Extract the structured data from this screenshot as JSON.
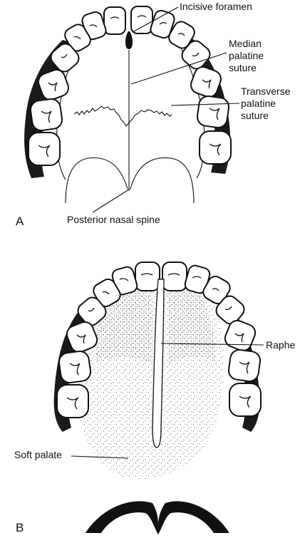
{
  "figure": {
    "panel_a": {
      "letter": "A",
      "labels": {
        "incisive_foramen": "Incisive foramen",
        "median_palatine_suture": [
          "Median",
          "palatine",
          "suture"
        ],
        "transverse_palatine_suture": [
          "Transverse",
          "palatine",
          "suture"
        ],
        "posterior_nasal_spine": "Posterior nasal spine"
      }
    },
    "panel_b": {
      "letter": "B",
      "labels": {
        "raphe": "Raphe",
        "soft_palate": "Soft palate"
      }
    }
  }
}
